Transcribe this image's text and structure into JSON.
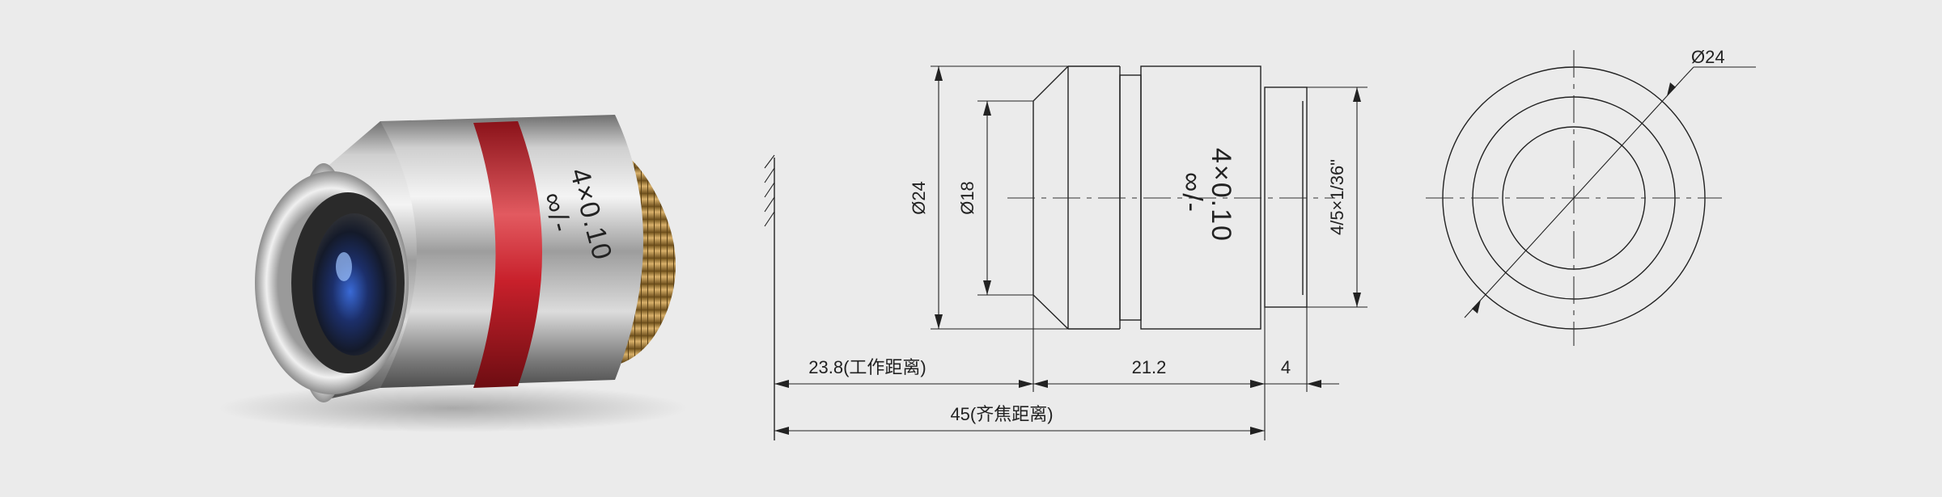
{
  "product_photo": {
    "engraving_line1": "4×0.10",
    "engraving_line2": "∞/-"
  },
  "side_view": {
    "body_marking_line1": "4×0.10",
    "body_marking_line2": "∞/-",
    "dim_outer_diameter": "Ø24",
    "dim_front_diameter": "Ø18",
    "dim_thread": "4/5×1/36\"",
    "dim_working_distance": "23.8(工作距离)",
    "dim_body_length": "21.2",
    "dim_thread_length": "4",
    "dim_parfocal_distance": "45(齐焦距离)"
  },
  "end_view": {
    "dim_outer_diameter": "Ø24"
  },
  "colors": {
    "background": "#ebebeb",
    "line": "#222222",
    "accent_ring": "#c8202b",
    "thread_brass": "#b58a3e"
  }
}
